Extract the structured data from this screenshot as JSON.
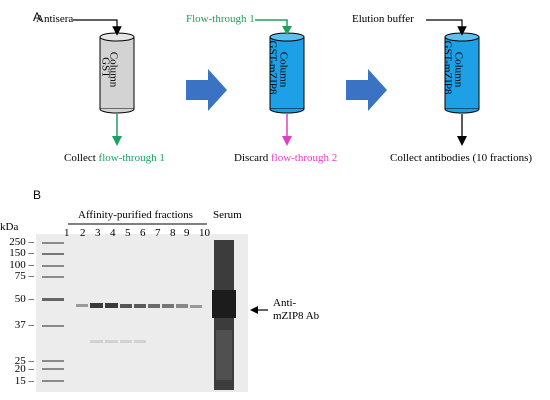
{
  "panel_a": {
    "letter": "A",
    "step1": {
      "input_label": "Antisera",
      "column_label_line1": "GST",
      "column_label_line2": "Column",
      "output_prefix": "Collect ",
      "output_highlight": "flow-through 1"
    },
    "step2": {
      "input_label": "Flow-through 1",
      "column_label_line1": "GST-mZIP8",
      "column_label_line2": "Column",
      "output_prefix": "Discard ",
      "output_highlight": "flow-through 2"
    },
    "step3": {
      "input_label": "Elution buffer",
      "column_label_line1": "GST-mZIP8",
      "column_label_line2": "Column",
      "output_label": "Collect antibodies (10 fractions)"
    }
  },
  "panel_b": {
    "letter": "B",
    "kda_label": "kDa",
    "markers": [
      "250",
      "150",
      "100",
      "75",
      "50",
      "37",
      "25",
      "20",
      "15"
    ],
    "group_label": "Affinity-purified fractions",
    "lanes": [
      "1",
      "2",
      "3",
      "4",
      "5",
      "6",
      "7",
      "8",
      "9",
      "10"
    ],
    "serum_label": "Serum",
    "band_label_line1": "Anti-",
    "band_label_line2": "mZIP8 Ab"
  },
  "colors": {
    "gst_column": "#d3d3d3",
    "zip8_column": "#1ea0e6",
    "big_arrow": "#3b73c4",
    "green": "#1aa260",
    "magenta": "#e040c0"
  }
}
